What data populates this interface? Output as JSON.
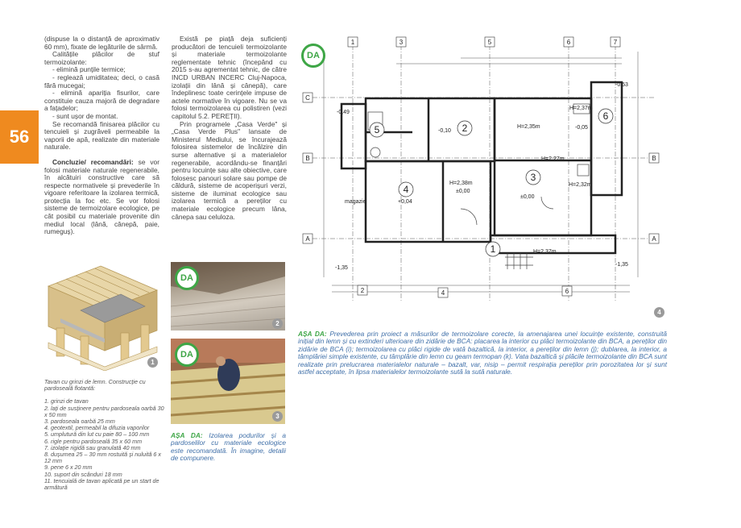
{
  "page_number": "56",
  "col1": {
    "p1": "(dispuse la o distanță de aproximativ 60 mm), fixate de legăturile de sârmă.",
    "p2": "Calitățile plăcilor de stuf termoizolante:",
    "items": [
      "- elimină punțile termice;",
      "- reglează umiditatea; deci, o casă fără mucegai;",
      "- elimină apariția fisurilor, care constituie cauza majoră de degradare a fațadelor;",
      "- sunt ușor de montat."
    ],
    "p3": "Se recomandă finisarea plăcilor cu tencuieli și zugrăveli permeabile la vaporii de apă, realizate din materiale naturale.",
    "conclusion_title": "Concluzie/ recomandări:",
    "conclusion_text": "se vor folosi materiale naturale regenerabile, în alcătuiri constructive care să respecte normativele și prevederile în vigoare referitoare la izolarea termică, protecția la foc etc. Se vor folosi sisteme de termoizolare ecologice, pe cât posibil cu materiale provenite din mediul local (lână, cânepă, paie, rumeguș)."
  },
  "col2": {
    "p1": "Există pe piață deja suficienți producători de tencuieli termoizolante și materiale termoizolante reglementate tehnic (începând cu 2015 s-au agrementat tehnic, de către INCD URBAN INCERC Cluj-Napoca, izolații din lână și cânepă), care îndeplinesc toate cerințele impuse de actele normative în vigoare. Nu se va folosi termoizolarea cu polistiren (vezi capitolul 5.2. PEREȚII).",
    "p2": "Prin programele „Casa Verde\" și „Casa Verde Plus\" lansate de Ministerul Mediului, se încurajează folosirea sistemelor de încălzire din surse alternative și a materialelor regenerabile, acordându-se finanțări pentru locuințe sau alte obiective, care folosesc panouri solare sau pompe de căldură, sisteme de acoperișuri verzi, sisteme de iluminat ecologice sau izolarea termică a pereților cu materiale ecologice precum lâna, cânepa sau celuloza."
  },
  "badges": {
    "da": "DA"
  },
  "photo_numbers": {
    "n1": "1",
    "n2": "2",
    "n3": "3",
    "n4": "4"
  },
  "caption1": {
    "title": "Tavan cu grinzi de lemn. Construcție cu pardoseală flotantă:",
    "items": [
      "1. grinzi de tavan",
      "2. lați de susținere pentru pardoseala oarbă 30 x 50 mm",
      "3. pardoseala oarbă 25 mm",
      "4. geotextil, permeabil la difuzia vaporilor",
      "5. umplutură din lut cu paie 80 – 100 mm",
      "6. rigle pentru pardoseală 35 x 60 mm",
      "7. izolație rigidă sau granulată 40 mm",
      "8. dușumea 25 – 30 mm rostuită și nuluită 6 x 12 mm",
      "9. pene 6 x 20 mm",
      "10. suport din scânduri 18 mm",
      "11. tencuială de tavan aplicată pe un start de armătură"
    ]
  },
  "caption2": {
    "lead": "AȘA DA:",
    "text": "Izolarea podurilor și a pardoselilor cu materiale ecologice este recomandată. În imagine, detalii de compunere."
  },
  "caption3": {
    "lead": "AȘA DA:",
    "text": "Prevederea prin proiect a măsurilor de termoizolare corecte, la amenajarea unei locuințe existente, construită inițial din lemn și cu extinderi ulterioare din zidărie de BCA: placarea la interior cu plăci termoizolante din BCA, a pereților din zidărie de BCA (i); termoizolarea cu plăci rigide de vată bazaltică, la interior, a pereților din lemn (j); dublarea, la interior, a tâmplăriei simple existente, cu tâmplărie din lemn cu geam termopan (k). Vata bazaltică și plăcile termoizolante din BCA sunt realizate prin prelucrarea materialelor naturale – bazalt, var, nisip – permit respirația pereților prin porozitatea lor și sunt astfel acceptate, în lipsa materialelor termoizolante sută la sută naturale."
  },
  "plan": {
    "axes_top": [
      "1",
      "3",
      "5",
      "6",
      "7"
    ],
    "axes_bottom": [
      "2",
      "4",
      "6"
    ],
    "axes_side": [
      "C",
      "B",
      "A"
    ],
    "rooms": [
      "5",
      "2",
      "4",
      "3",
      "6",
      "1"
    ],
    "labels": {
      "magazie": "magazie",
      "h1": "H=2,35m",
      "h2": "H=2,37m",
      "h3": "H=2,38m",
      "h4": "H=2,27m",
      "h5": "H=2,37m",
      "h6": "H=2,32m",
      "z1": "±0,00",
      "z2": "+0,04",
      "z3": "±0,00",
      "z4": "-0,10",
      "z5": "-0,05",
      "z6": "-0,49",
      "z7": "-0,53",
      "z8": "-1,35",
      "z9": "-1,35",
      "da": "DA"
    }
  }
}
